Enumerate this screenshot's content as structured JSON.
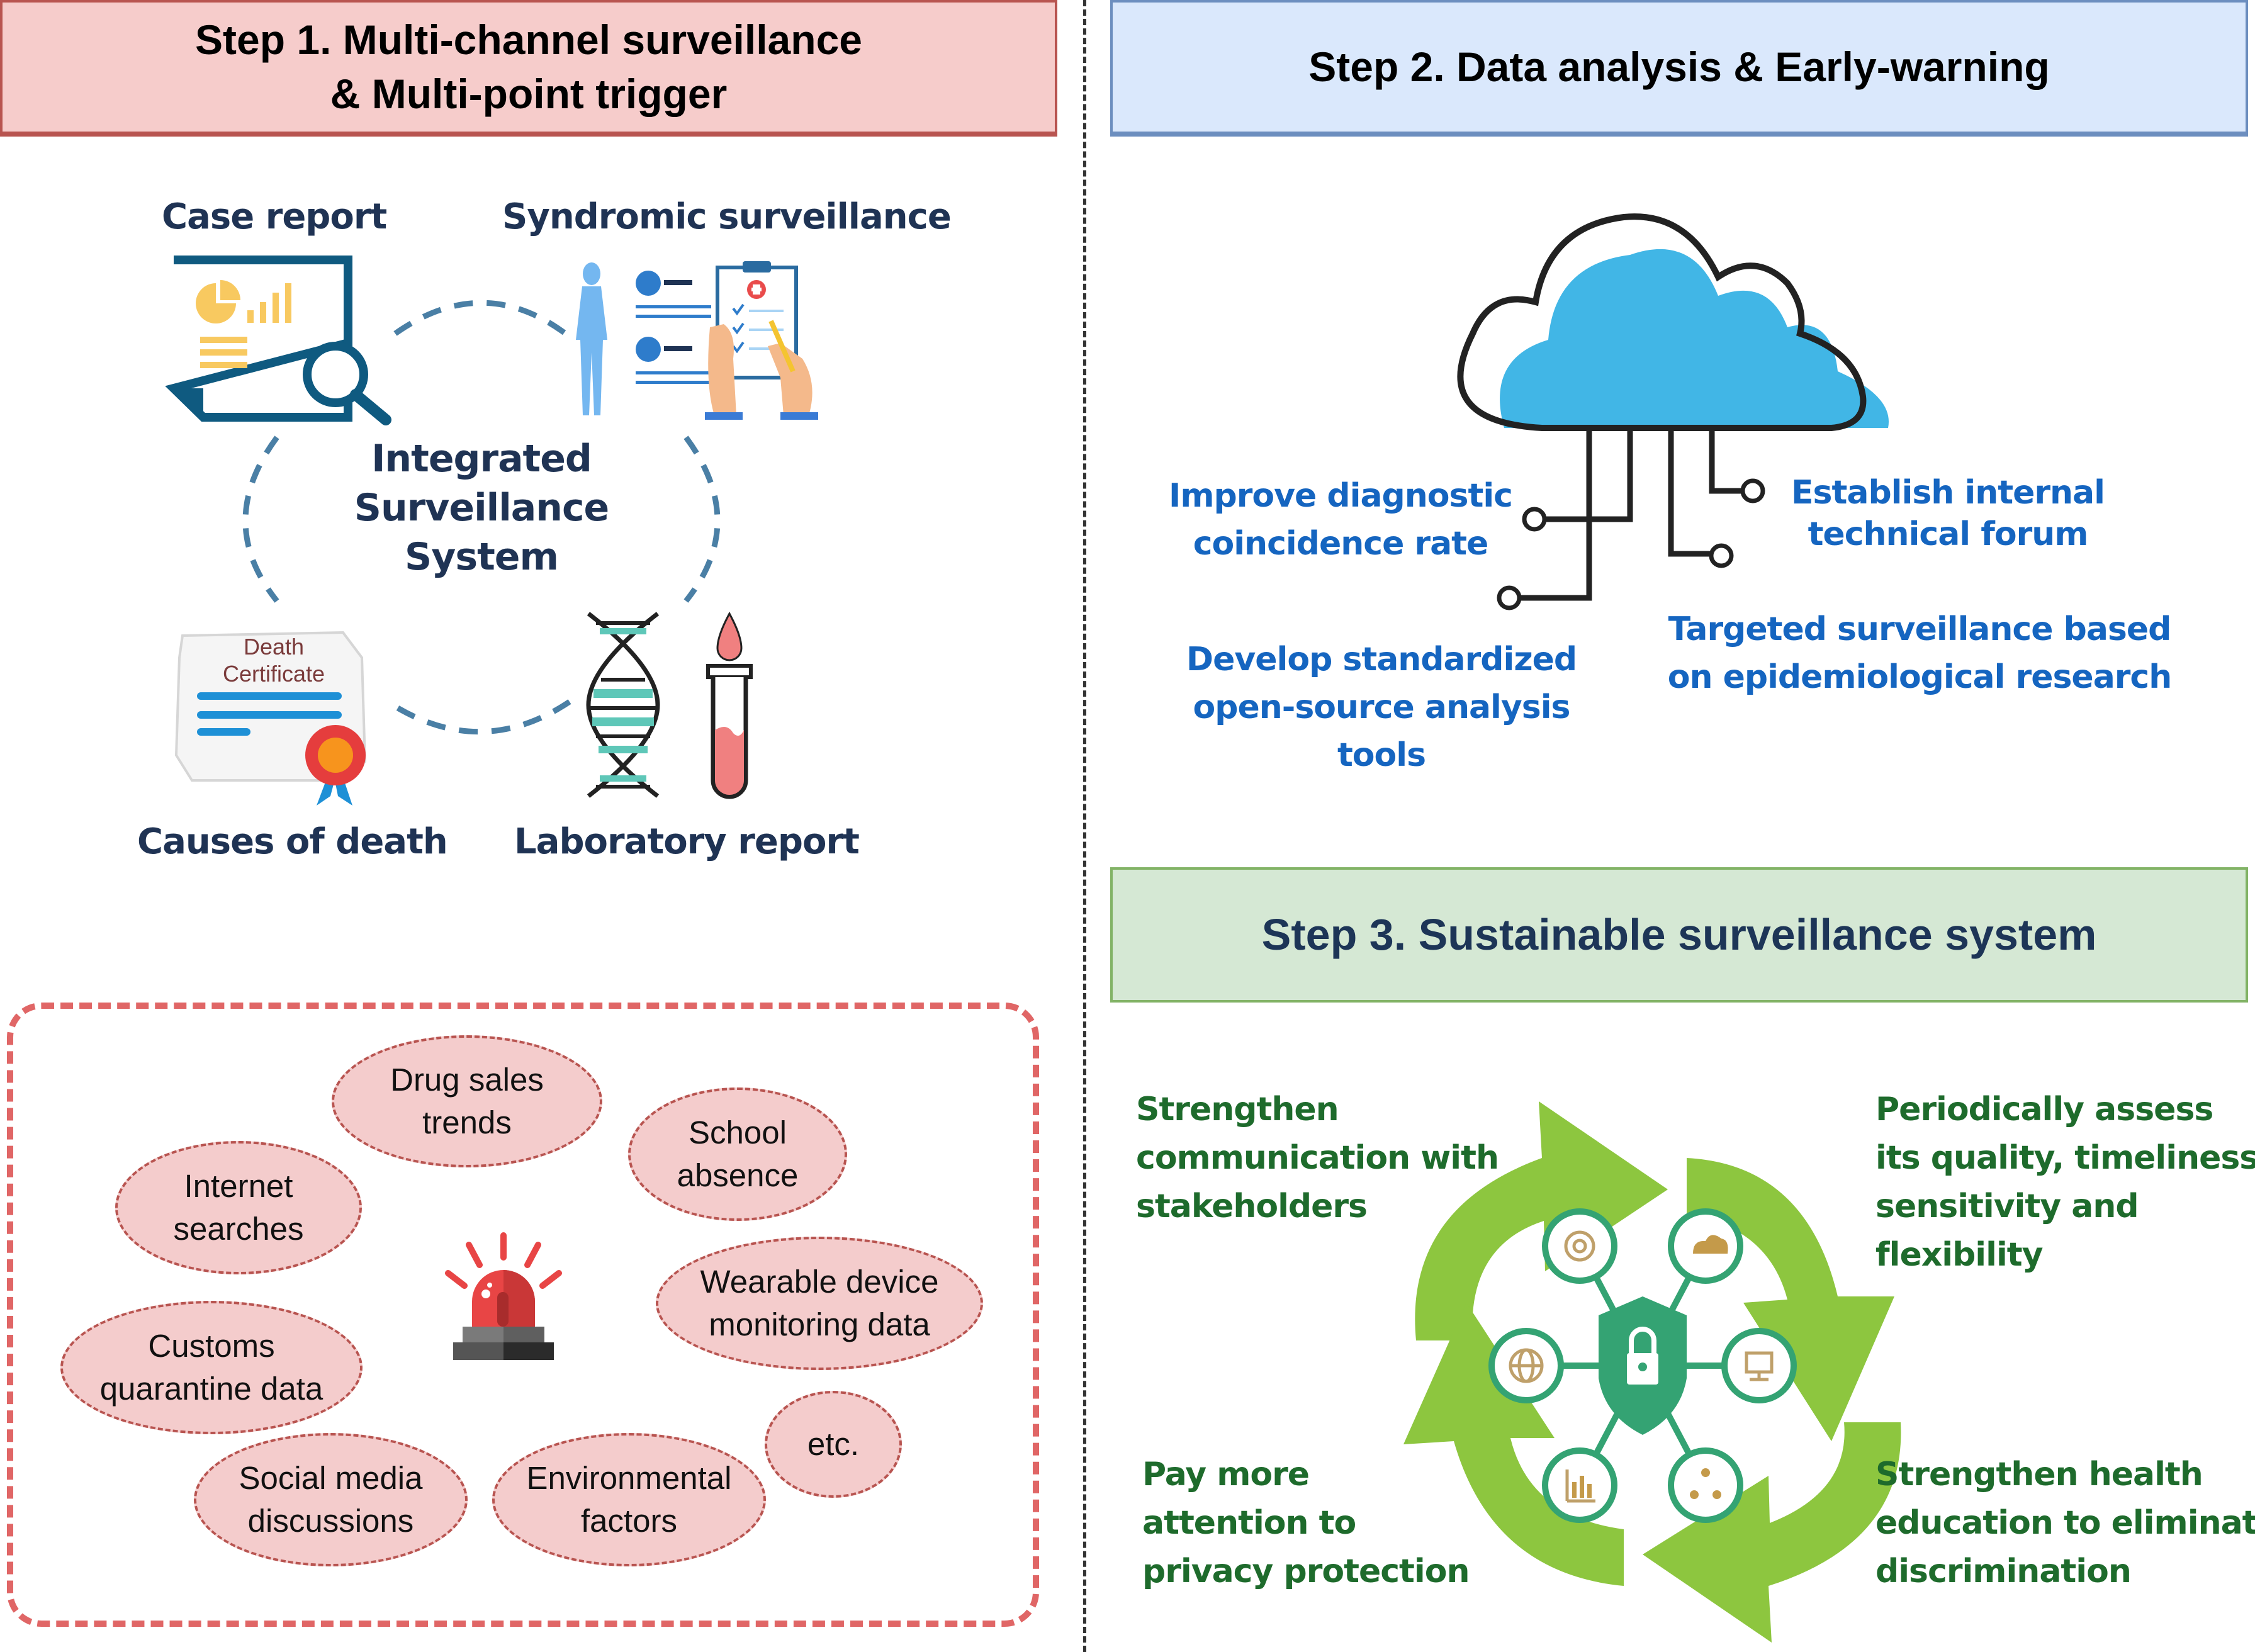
{
  "step1": {
    "title_line1": "Step 1. Multi-channel surveillance",
    "title_line2": "& Multi-point trigger",
    "sources": {
      "case_report": "Case report",
      "syndromic": "Syndromic surveillance",
      "causes_of_death": "Causes of death",
      "laboratory": "Laboratory report"
    },
    "center": {
      "line1": "Integrated",
      "line2": "Surveillance",
      "line3": "System"
    },
    "certificate": {
      "line1": "Death",
      "line2": "Certificate"
    },
    "bubbles": [
      {
        "line1": "Drug sales",
        "line2": "trends"
      },
      {
        "line1": "School",
        "line2": "absence"
      },
      {
        "line1": "Internet",
        "line2": "searches"
      },
      {
        "line1": "Wearable device",
        "line2": "monitoring data"
      },
      {
        "line1": "Customs",
        "line2": "quarantine data"
      },
      {
        "line1": "etc.",
        "line2": ""
      },
      {
        "line1": "Social media",
        "line2": "discussions"
      },
      {
        "line1": "Environmental",
        "line2": "factors"
      }
    ]
  },
  "step2": {
    "title": "Step 2. Data analysis & Early-warning",
    "items": {
      "improve": {
        "line1": "Improve diagnostic",
        "line2": "coincidence rate"
      },
      "forum": {
        "line1": "Establish internal",
        "line2": "technical forum"
      },
      "targeted": {
        "line1": "Targeted surveillance based",
        "line2": "on epidemiological research"
      },
      "develop": {
        "line1": "Develop standardized",
        "line2": "open-source analysis",
        "line3": "tools"
      }
    }
  },
  "step3": {
    "title": "Step 3. Sustainable surveillance system",
    "items": {
      "communication": {
        "line1": "Strengthen",
        "line2": "communication with",
        "line3": "stakeholders"
      },
      "assess": {
        "line1": "Periodically assess",
        "line2": "its quality, timeliness,",
        "line3": "sensitivity and",
        "line4": "flexibility"
      },
      "privacy": {
        "line1": "Pay more",
        "line2": "attention to",
        "line3": "privacy protection"
      },
      "education": {
        "line1": "Strengthen health",
        "line2": "education to eliminate",
        "line3": "discrimination"
      }
    }
  },
  "colors": {
    "step1_bg": "#f6cccb",
    "step2_bg": "#dae8fc",
    "step3_bg": "#d5e8d4",
    "navy": "#1f3354",
    "blue_text": "#1565c0",
    "green_text": "#1e6b2c",
    "cloud": "#41b6e6",
    "arrow_green": "#8dc63f"
  }
}
